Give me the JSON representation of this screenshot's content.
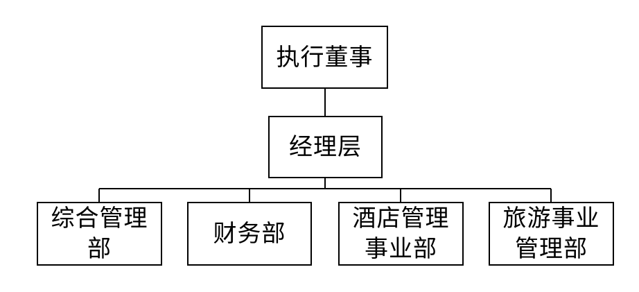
{
  "diagram": {
    "root": {
      "label": "执行董事"
    },
    "management": {
      "label": "经理层"
    },
    "departments": [
      {
        "label": "综合管理部"
      },
      {
        "label": "财务部"
      },
      {
        "label": "酒店管理事业部"
      },
      {
        "label": "旅游事业管理部"
      }
    ]
  }
}
